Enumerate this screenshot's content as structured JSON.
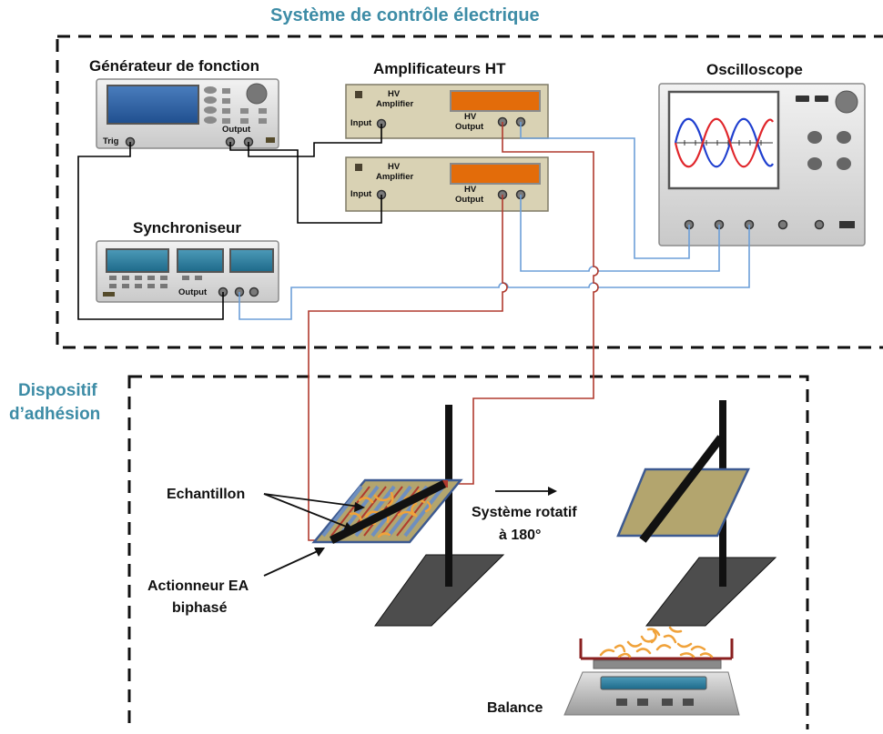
{
  "titles": {
    "control_system": "Système de contrôle électrique",
    "adhesion_device_line1": "Dispositif",
    "adhesion_device_line2": "d’adhésion"
  },
  "devices": {
    "function_generator": {
      "title": "Générateur de fonction",
      "trig": "Trig",
      "output": "Output"
    },
    "hv_amplifiers": {
      "title": "Amplificateurs HT",
      "hv_line1": "HV",
      "hv_line2": "Amplifier",
      "input": "Input",
      "hv_out_line1": "HV",
      "hv_out_line2": "Output"
    },
    "oscilloscope": {
      "title": "Oscilloscope"
    },
    "synchronizer": {
      "title": "Synchroniseur",
      "output": "Output"
    }
  },
  "annotations": {
    "sample": "Echantillon",
    "actuator_line1": "Actionneur EA",
    "actuator_line2": "biphasé",
    "rotation_line1": "Système rotatif",
    "rotation_line2": "à 180°",
    "balance": "Balance"
  },
  "colors": {
    "teal_title": "#3d8ca6",
    "device_body": "#d9d2b4",
    "screen_blue": "#3b6fb0",
    "display_orange": "#e36c0a",
    "wire_red": "#b03a2e",
    "wire_blue": "#6d9fd8",
    "wire_black": "#000000",
    "sample_plate": "#b3a56e",
    "stand_black": "#111111",
    "base_gray": "#4a4a4a"
  }
}
